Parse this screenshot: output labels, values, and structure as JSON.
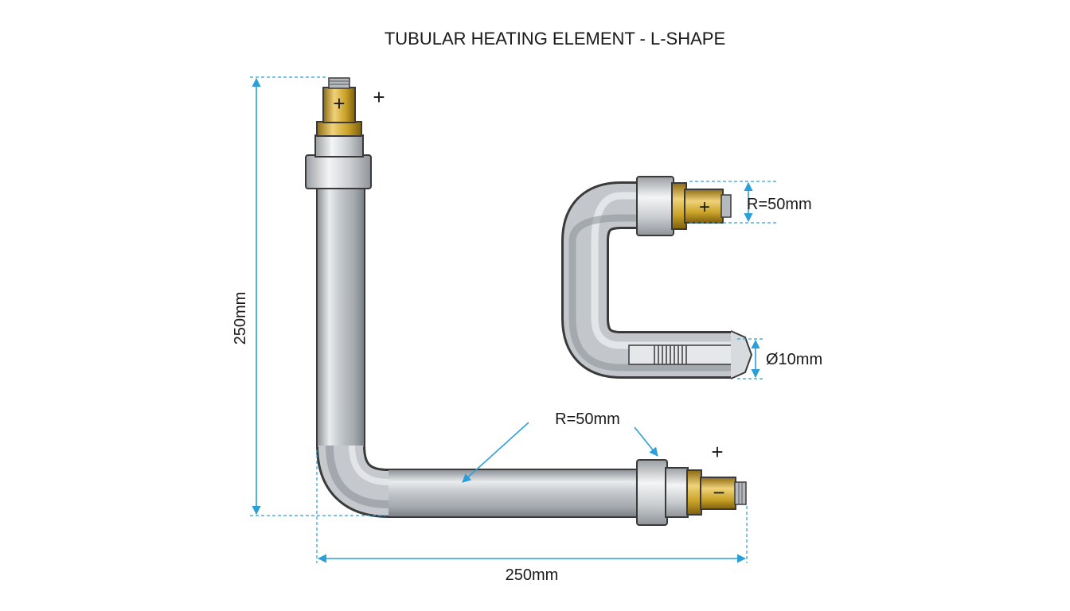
{
  "title": "TUBULAR HEATING ELEMENT - L-SHAPE",
  "main_view": {
    "height_label": "250mm",
    "width_label": "250mm",
    "bend_label": "R=50mm",
    "top_terminal_symbol": "+",
    "top_polarity_mark": "+",
    "right_terminal_symbol": "−",
    "right_polarity_mark": "+"
  },
  "detail_view": {
    "radius_label": "R=50mm",
    "diameter_label": "Ø10mm",
    "terminal_symbol": "+"
  },
  "colors": {
    "dimension": "#2a9fd8",
    "tube": "#b9bdc2",
    "brass": "#c9a227",
    "outline": "#3a3a3a"
  }
}
